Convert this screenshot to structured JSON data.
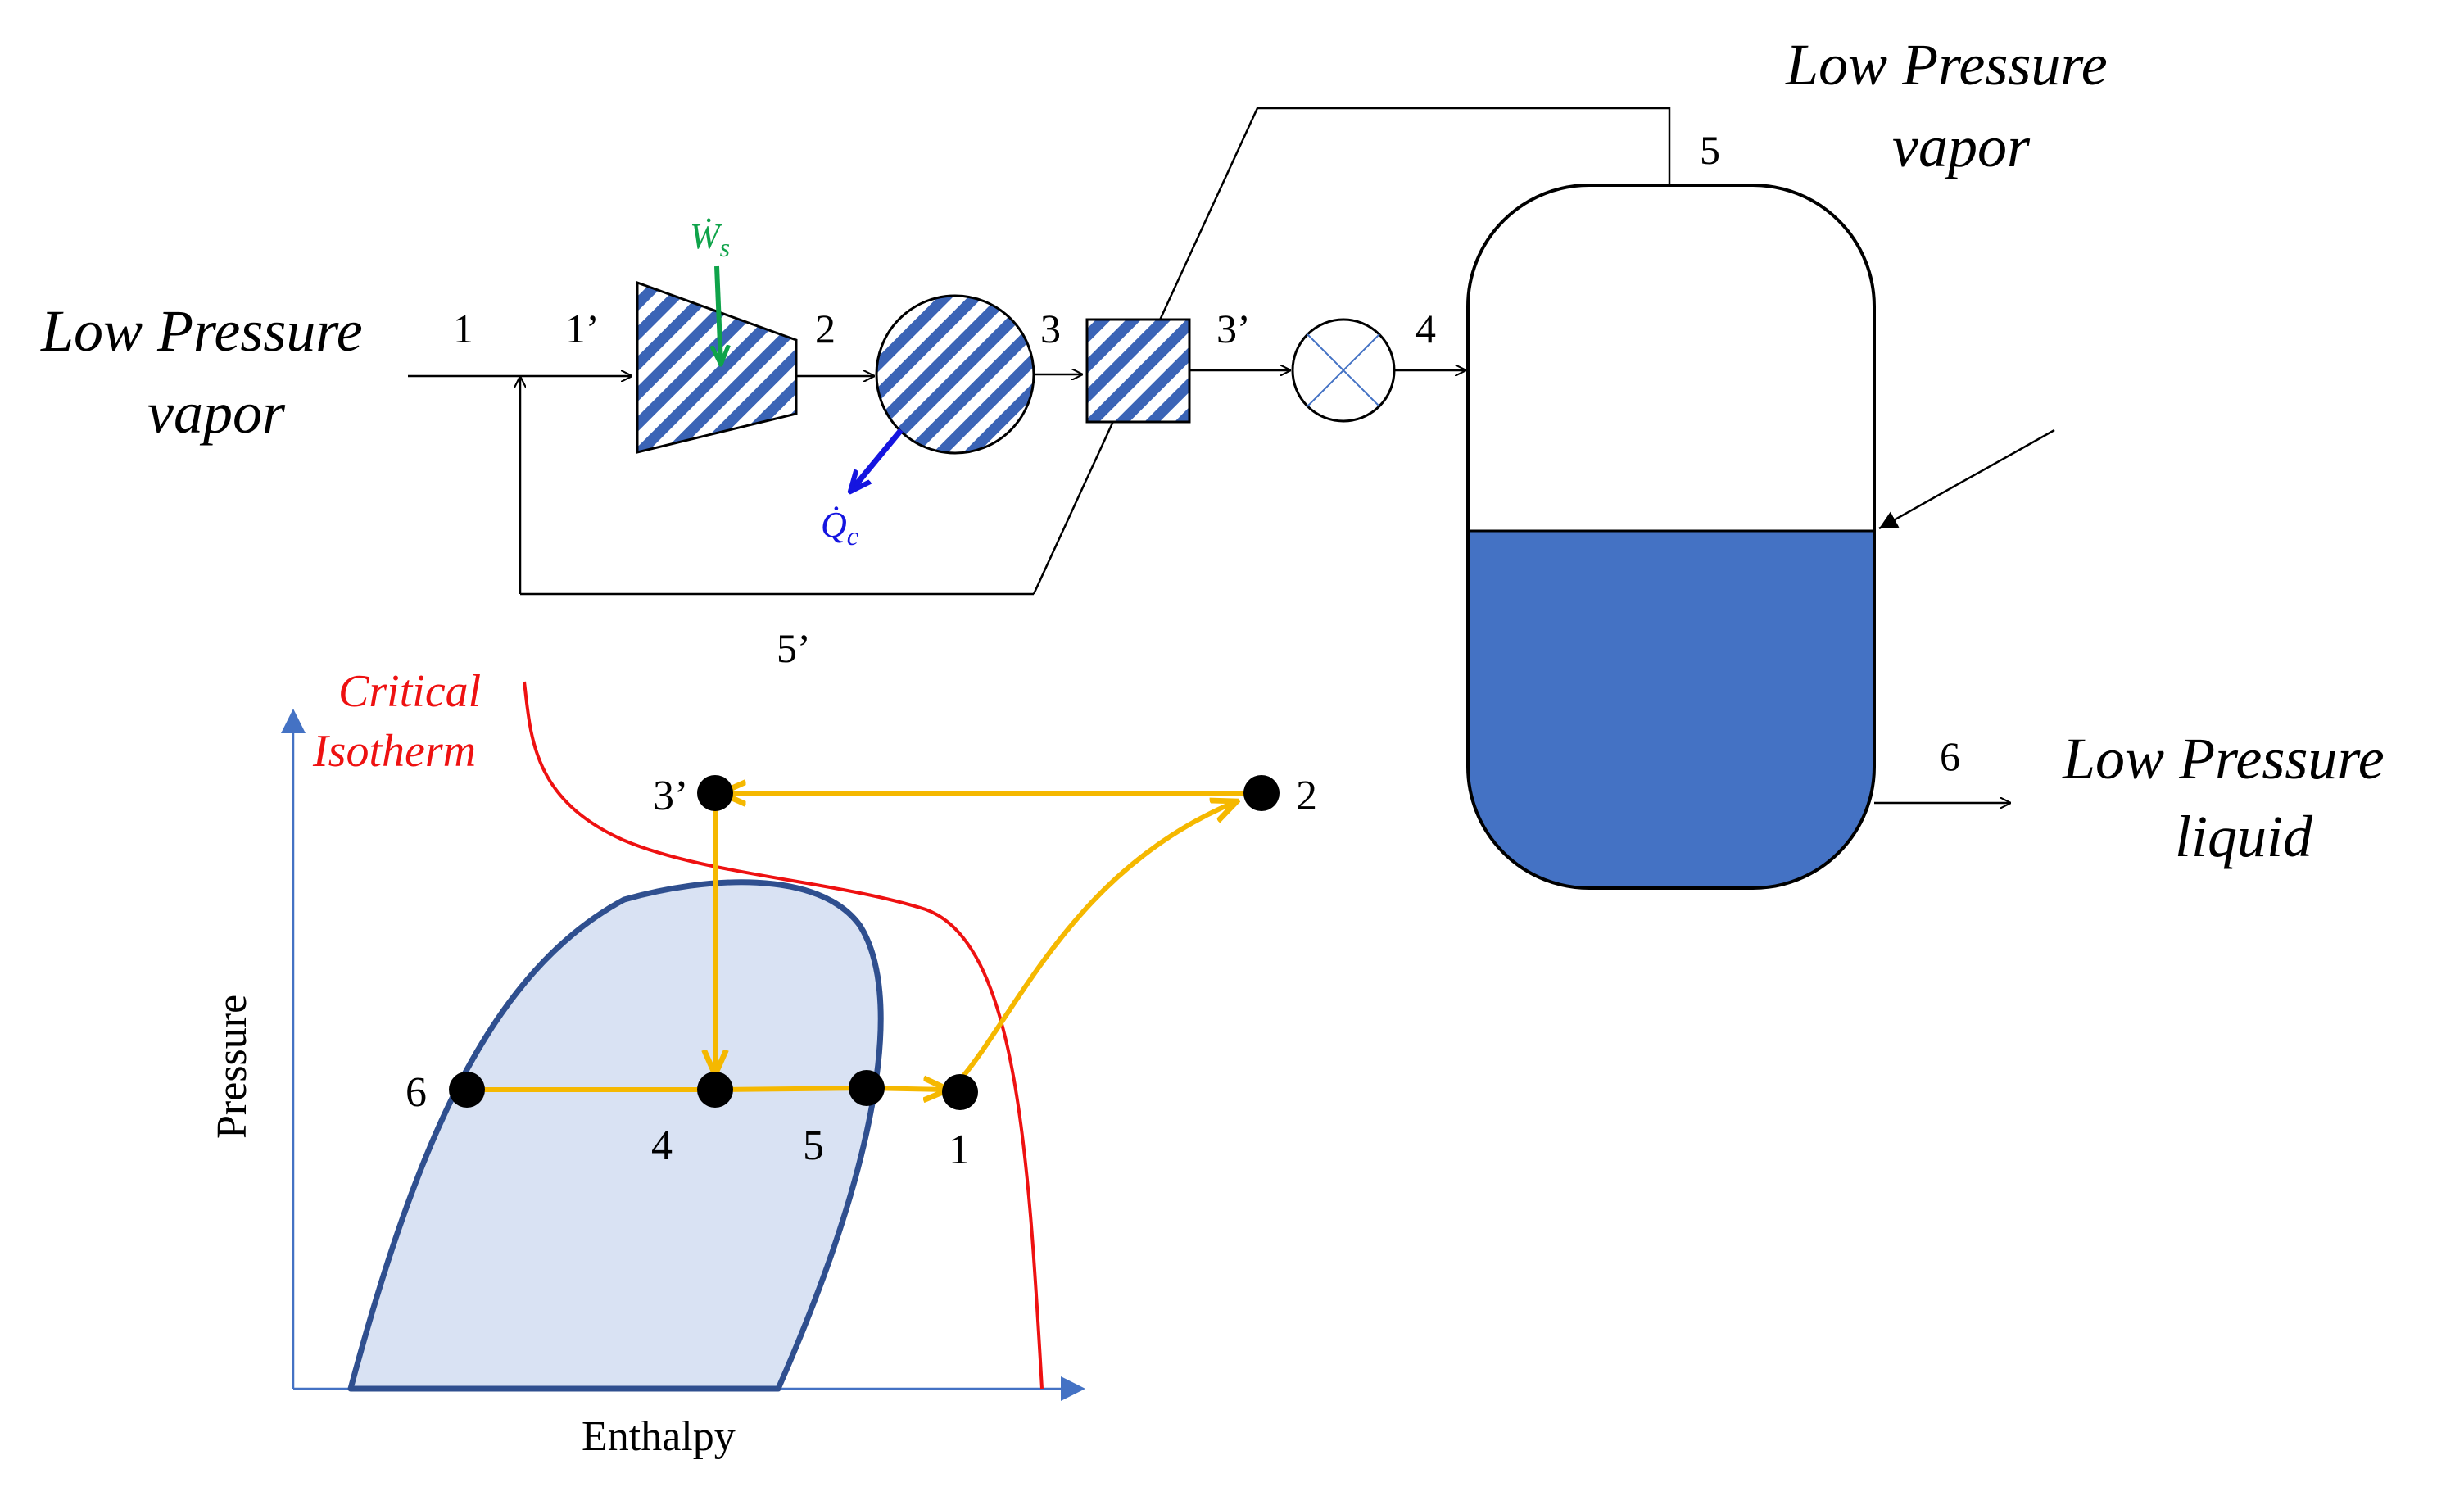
{
  "colors": {
    "hatch": "#3b64b6",
    "liquid": "#4472c4",
    "dome_fill": "#d9e2f3",
    "dome_stroke": "#2f4f8f",
    "cycle": "#f5b800",
    "isotherm": "#ee1111",
    "work": "#0fa34a",
    "heat": "#1515e0",
    "axis": "#4472c4"
  },
  "process": {
    "inlet_line1": "Low Pressure",
    "inlet_line2": "vapor",
    "vapor_out_line1": "Low Pressure",
    "vapor_out_line2": "vapor",
    "liquid_out_line1": "Low Pressure",
    "liquid_out_line2": "liquid",
    "work_symbol": "Ẇ",
    "work_subscript": "s",
    "heat_symbol": "Q̇",
    "heat_subscript": "c",
    "streams": {
      "s1": "1",
      "s1p": "1’",
      "s2": "2",
      "s3": "3",
      "s3p": "3’",
      "s4": "4",
      "s5": "5",
      "s5p": "5’",
      "s6": "6"
    }
  },
  "phd": {
    "xlabel": "Enthalpy",
    "ylabel": "Pressure",
    "isotherm_line1": "Critical",
    "isotherm_line2": "Isotherm",
    "points": {
      "p3p": "3’",
      "p2": "2",
      "p6": "6",
      "p4": "4",
      "p5": "5",
      "p1": "1"
    }
  }
}
